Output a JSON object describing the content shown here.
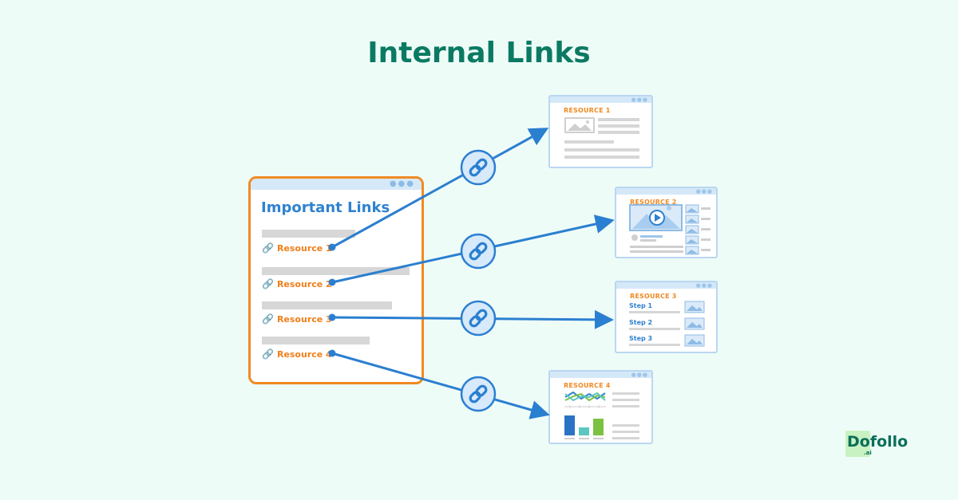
{
  "title": "Internal Links",
  "main_card": {
    "heading": "Important Links",
    "links": [
      "Resource 1",
      "Resource 2",
      "Resource 3",
      "Resource 4"
    ]
  },
  "resources": [
    {
      "label": "RESOURCE 1"
    },
    {
      "label": "RESOURCE 2"
    },
    {
      "label": "RESOURCE 3",
      "steps": [
        "Step 1",
        "Step 2",
        "Step 3"
      ]
    },
    {
      "label": "RESOURCE 4"
    }
  ],
  "logo": {
    "name": "Dofollo",
    "suffix": ".ai"
  },
  "icons": {
    "link": "chain-link-icon",
    "play": "play-icon",
    "image": "image-placeholder-icon"
  },
  "colors": {
    "background": "#eefcf8",
    "title": "#0b7a63",
    "accent_orange": "#f08a24",
    "accent_blue": "#2f82cf",
    "connector": "#2b7fd0",
    "node_fill": "#d7eafb"
  }
}
